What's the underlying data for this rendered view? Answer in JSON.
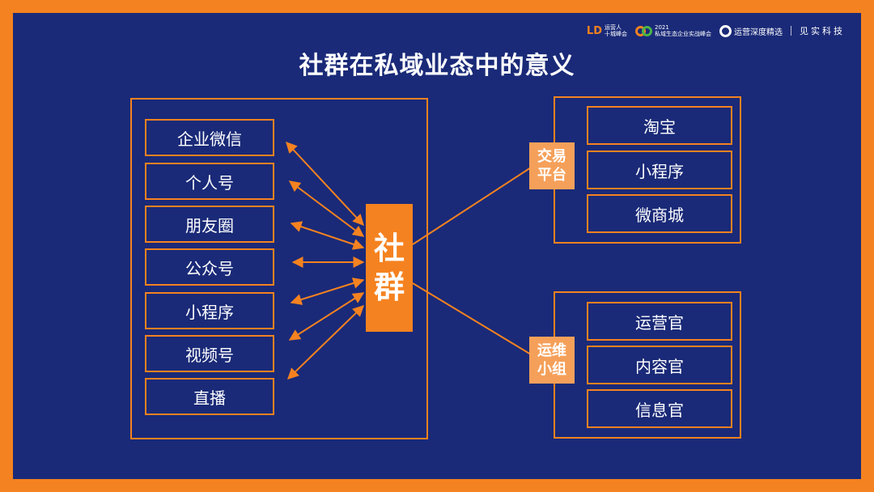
{
  "title": "社群在私域业态中的意义",
  "logos": {
    "logo1_text": "运营人\n十城峰会",
    "logo2_year": "2021",
    "logo2_text": "私域生态企业实战峰会",
    "logo3_text": "运营深度精选",
    "logo4_text": "见实科技"
  },
  "hub": {
    "line1": "社",
    "line2": "群"
  },
  "channels": [
    "企业微信",
    "个人号",
    "朋友圈",
    "公众号",
    "小程序",
    "视频号",
    "直播"
  ],
  "trade": {
    "tag_line1": "交易",
    "tag_line2": "平台",
    "items": [
      "淘宝",
      "小程序",
      "微商城"
    ]
  },
  "ops": {
    "tag_line1": "运维",
    "tag_line2": "小组",
    "items": [
      "运营官",
      "内容官",
      "信息官"
    ]
  },
  "colors": {
    "background": "#1a2a78",
    "accent": "#f58220",
    "tag": "#f5a05a",
    "text": "#ffffff"
  }
}
